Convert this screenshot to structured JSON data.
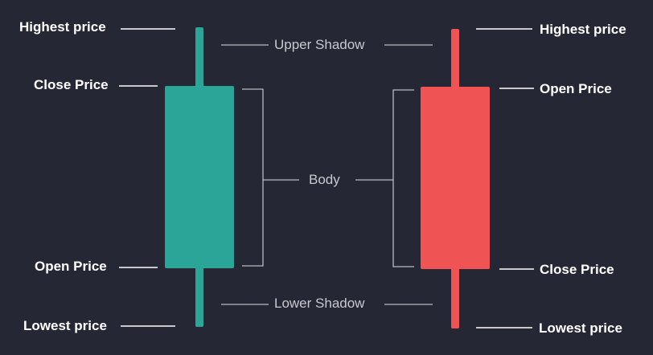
{
  "colors": {
    "background": "#262734",
    "bullish": "#2ba597",
    "bearish": "#f05353",
    "label_primary": "#ffffff",
    "label_secondary": "#c8c9cf"
  },
  "bullish_candle": {
    "highest_label": "Highest price",
    "close_label": "Close Price",
    "open_label": "Open Price",
    "lowest_label": "Lowest price"
  },
  "bearish_candle": {
    "highest_label": "Highest price",
    "open_label": "Open Price",
    "close_label": "Close Price",
    "lowest_label": "Lowest price"
  },
  "center_labels": {
    "upper_shadow": "Upper Shadow",
    "body": "Body",
    "lower_shadow": "Lower Shadow"
  }
}
